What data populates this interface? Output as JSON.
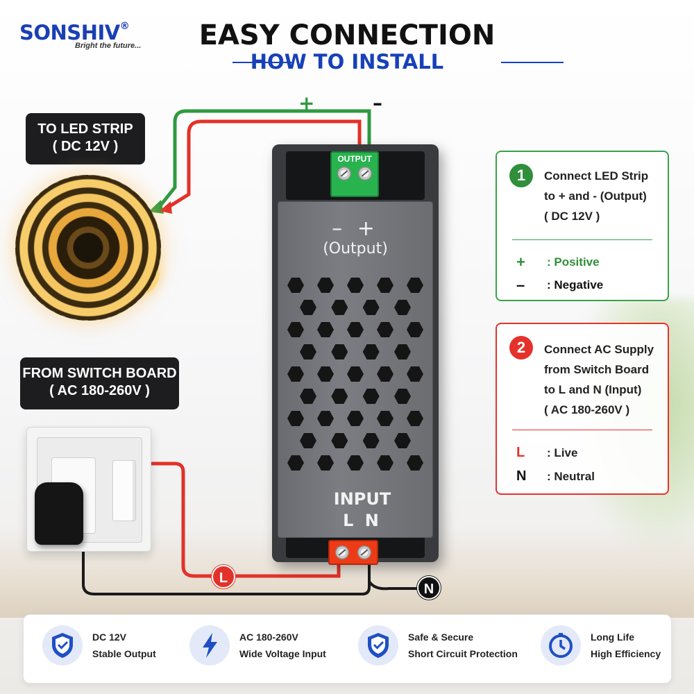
{
  "brand": {
    "name": "SONSHIV",
    "registered": "®",
    "tagline": "Bright the future..."
  },
  "header": {
    "title": "EASY CONNECTION",
    "subtitle": "HOW TO INSTALL"
  },
  "left": {
    "led_label": {
      "line1": "TO LED STRIP",
      "line2": "( DC 12V )"
    },
    "switch_label": {
      "line1": "FROM SWITCH BOARD",
      "line2": "( AC 180-260V )"
    }
  },
  "wires": {
    "plus": "+",
    "minus": "–",
    "live_badge": "L",
    "neutral_badge": "N"
  },
  "device": {
    "output_terminal": "OUTPUT",
    "output_signs": "–  +",
    "output_caption": "(Output)",
    "input_label": "INPUT",
    "input_ln": "L  N"
  },
  "steps": [
    {
      "number": "1",
      "color": "#2f8f3a",
      "lines": [
        "Connect LED Strip",
        "to + and - (Output)",
        "( DC 12V )"
      ],
      "legend": [
        {
          "symbol": "+",
          "label": ": Positive",
          "color": "#2f8f3a"
        },
        {
          "symbol": "–",
          "label": ": Negative",
          "color": "#111111"
        }
      ]
    },
    {
      "number": "2",
      "color": "#e4322b",
      "lines": [
        "Connect AC Supply",
        "from Switch Board",
        "to L and N (Input)",
        "( AC 180-260V )"
      ],
      "legend": [
        {
          "symbol": "L",
          "label": ": Live",
          "color": "#e4322b"
        },
        {
          "symbol": "N",
          "label": ": Neutral",
          "color": "#111111"
        }
      ]
    }
  ],
  "features": [
    {
      "icon": "shield-check-icon",
      "line1": "DC 12V",
      "line2": "Stable Output"
    },
    {
      "icon": "lightning-bolt-icon",
      "line1": "AC 180-260V",
      "line2": "Wide Voltage Input"
    },
    {
      "icon": "shield-check-icon",
      "line1": "Safe & Secure",
      "line2": "Short Circuit Protection"
    },
    {
      "icon": "clock-icon",
      "line1": "Long Life",
      "line2": "High Efficiency"
    }
  ],
  "colors": {
    "brand_blue": "#1a3fb5",
    "accent_blue": "#1741b8",
    "green": "#2f8f3a",
    "red": "#e4322b"
  }
}
